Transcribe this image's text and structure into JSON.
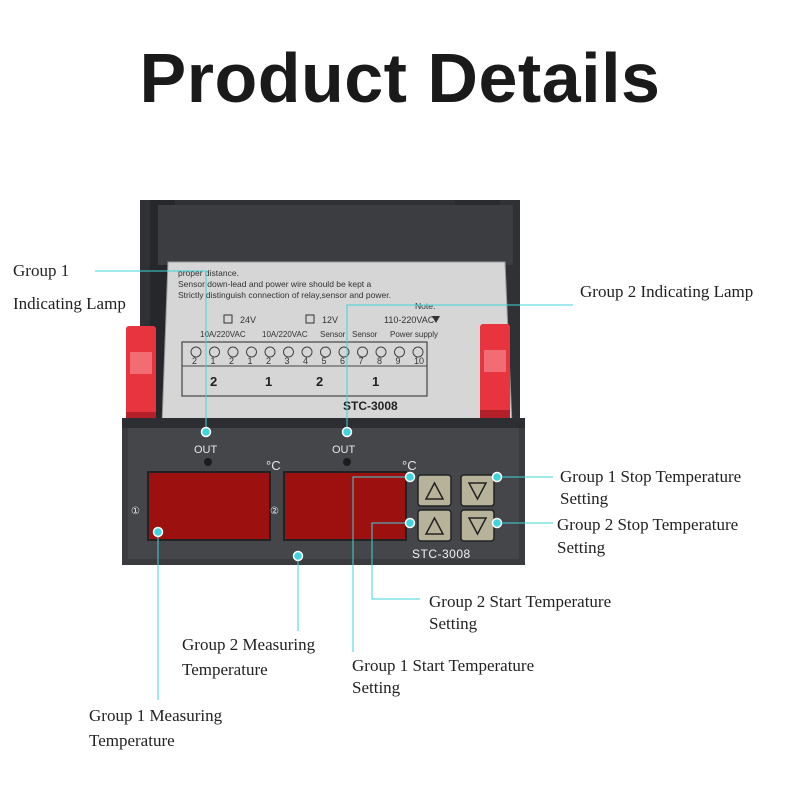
{
  "title": "Product Details",
  "device": {
    "model_face": "STC-3008",
    "out_label": "OUT",
    "degree_label": "°C",
    "display_1_index": "①",
    "display_2_index": "②",
    "sticker": {
      "model": "STC-3008",
      "terminals": [
        "2",
        "1",
        "2",
        "1",
        "2",
        "3",
        "4",
        "5",
        "6",
        "7",
        "8",
        "9",
        "10"
      ],
      "group_labels": [
        "2",
        "1",
        "2",
        "1"
      ],
      "header_power": "Power supply",
      "header_sensor_1": "Sensor",
      "header_sensor_2": "Sensor",
      "header_relay_1": "10A/220VAC",
      "header_relay_2": "10A/220VAC",
      "voltage_1": "110-220VAC",
      "voltage_2": "12V",
      "voltage_3": "24V",
      "note_title": "Note:",
      "note_1": "Strictly distinguish connection of relay,sensor and power.",
      "note_2": "Sensor down-lead and power wire should be kept a",
      "note_3": "proper distance."
    },
    "colors": {
      "body": "#3a3b3e",
      "face": "#45464a",
      "display": "#9c1010",
      "bracket": "#e8343f",
      "button": "#b7b39a",
      "sticker": "#d9d9d9",
      "callout_line": "#40d4dc"
    }
  },
  "callouts": {
    "group1_lamp_line1": "Group 1",
    "group1_lamp_line2": "Indicating Lamp",
    "group2_lamp": "Group 2 Indicating Lamp",
    "group1_stop_line1": "Group 1 Stop Temperature",
    "group1_stop_line2": "Setting",
    "group2_stop_line1": "Group 2 Stop Temperature",
    "group2_stop_line2": "Setting",
    "group2_start_line1": "Group 2 Start Temperature",
    "group2_start_line2": "Setting",
    "group2_measuring_line1": "Group 2 Measuring",
    "group2_measuring_line2": "Temperature",
    "group1_start_line1": "Group 1 Start Temperature",
    "group1_start_line2": "Setting",
    "group1_measuring_line1": "Group 1 Measuring",
    "group1_measuring_line2": "Temperature"
  }
}
